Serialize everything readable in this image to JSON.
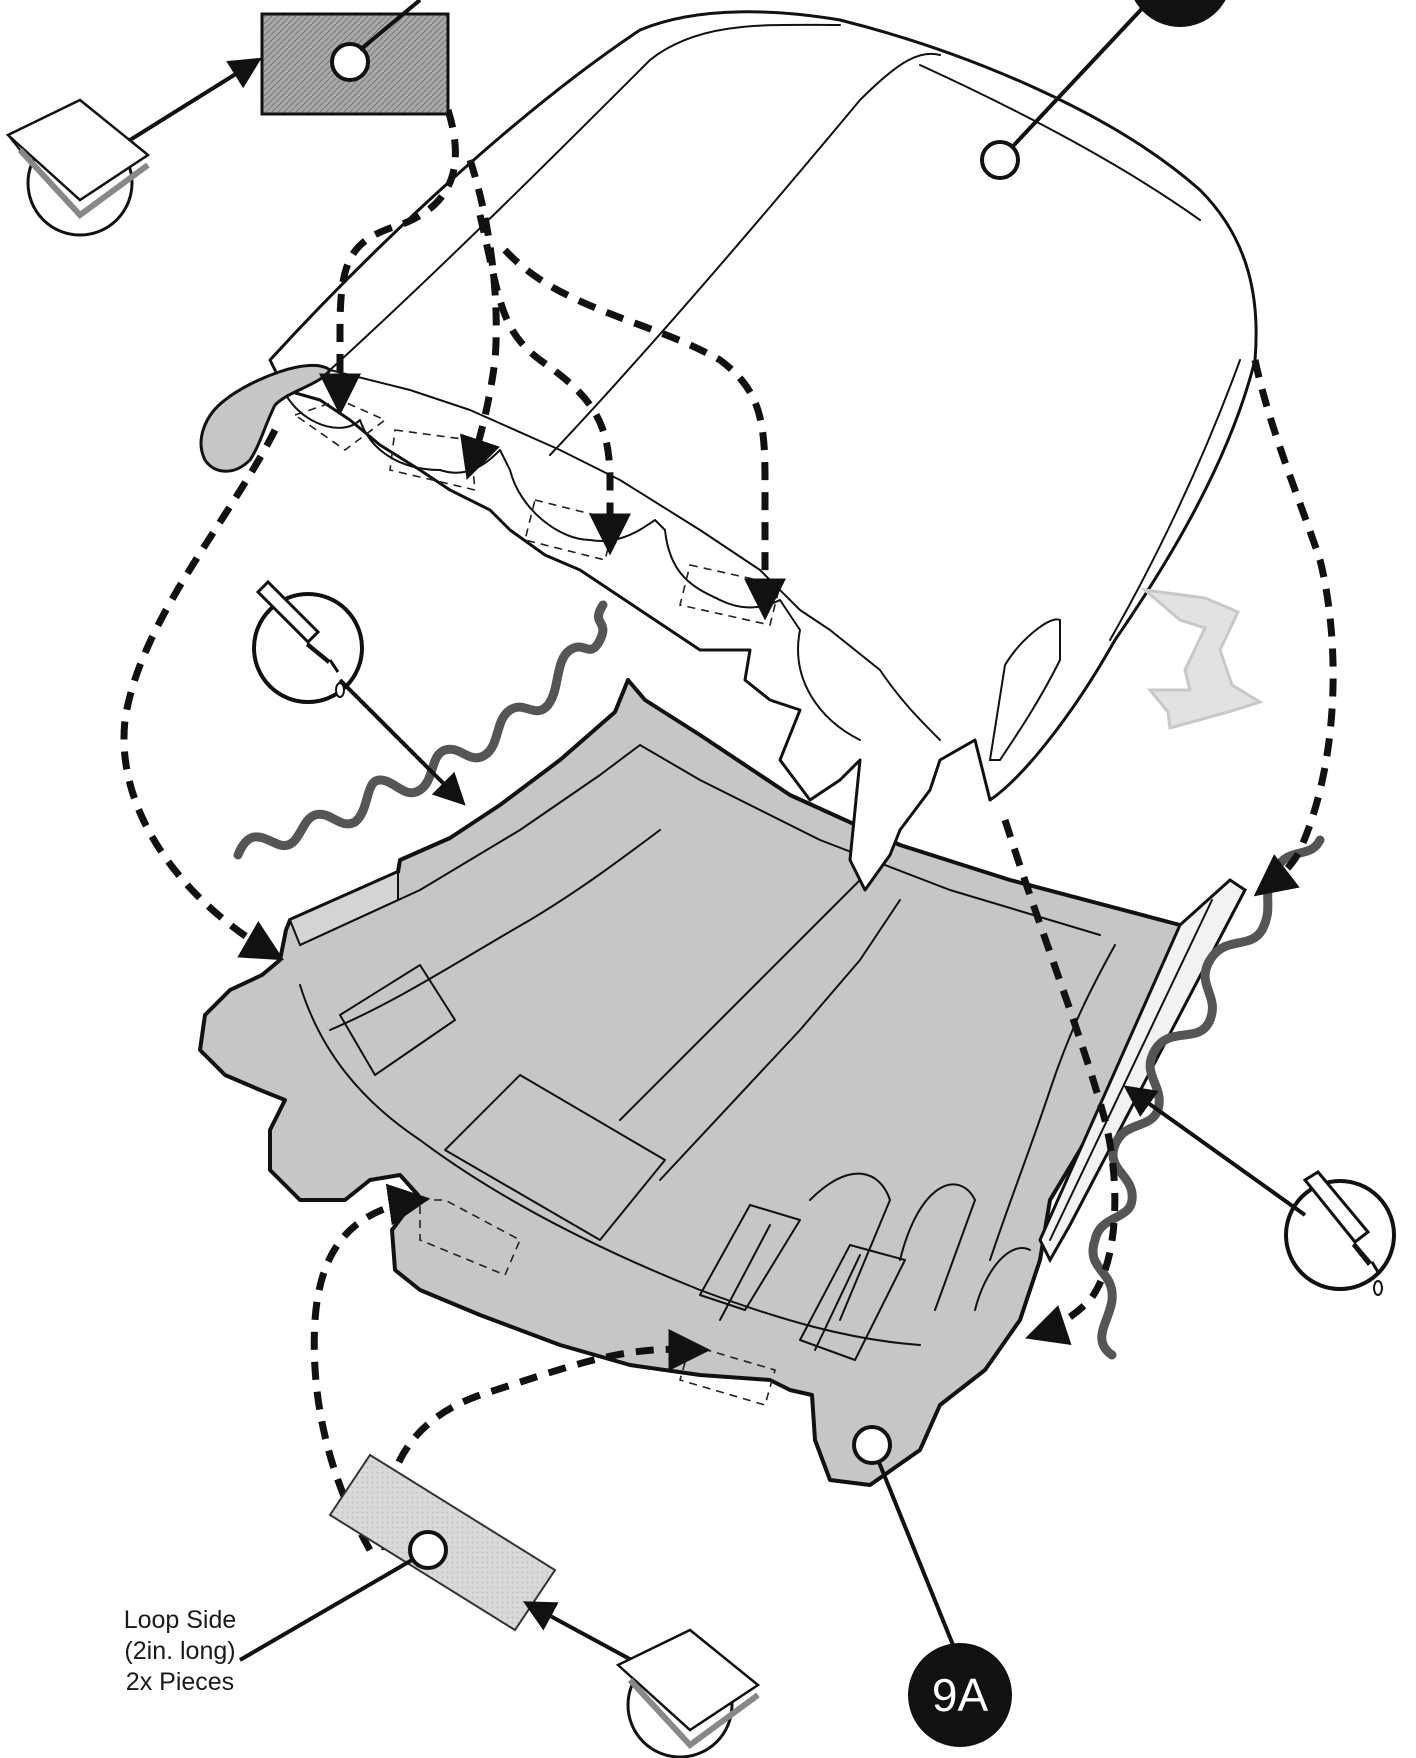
{
  "callouts": {
    "part_label": "9A"
  },
  "loop_note": {
    "line1": "Loop Side",
    "line2": "(2in. long)",
    "line3": "2x Pieces"
  },
  "colors": {
    "liner_fill": "#c6c6c6",
    "tarp_fill": "#ffffff",
    "outline": "#111111",
    "hook_pad_fill": "#a9a9a9",
    "loop_pad_fill": "#d6d6d6",
    "glue_wave": "#555555",
    "direction_arrow": "#e2e2e2"
  },
  "icons": {
    "hook_pad": "hook-fastener-pad-icon",
    "loop_pad": "loop-fastener-pad-icon",
    "adhesive_backing": "peel-backing-icon",
    "glue": "glue-tube-icon",
    "direction": "fold-direction-arrow-icon"
  }
}
